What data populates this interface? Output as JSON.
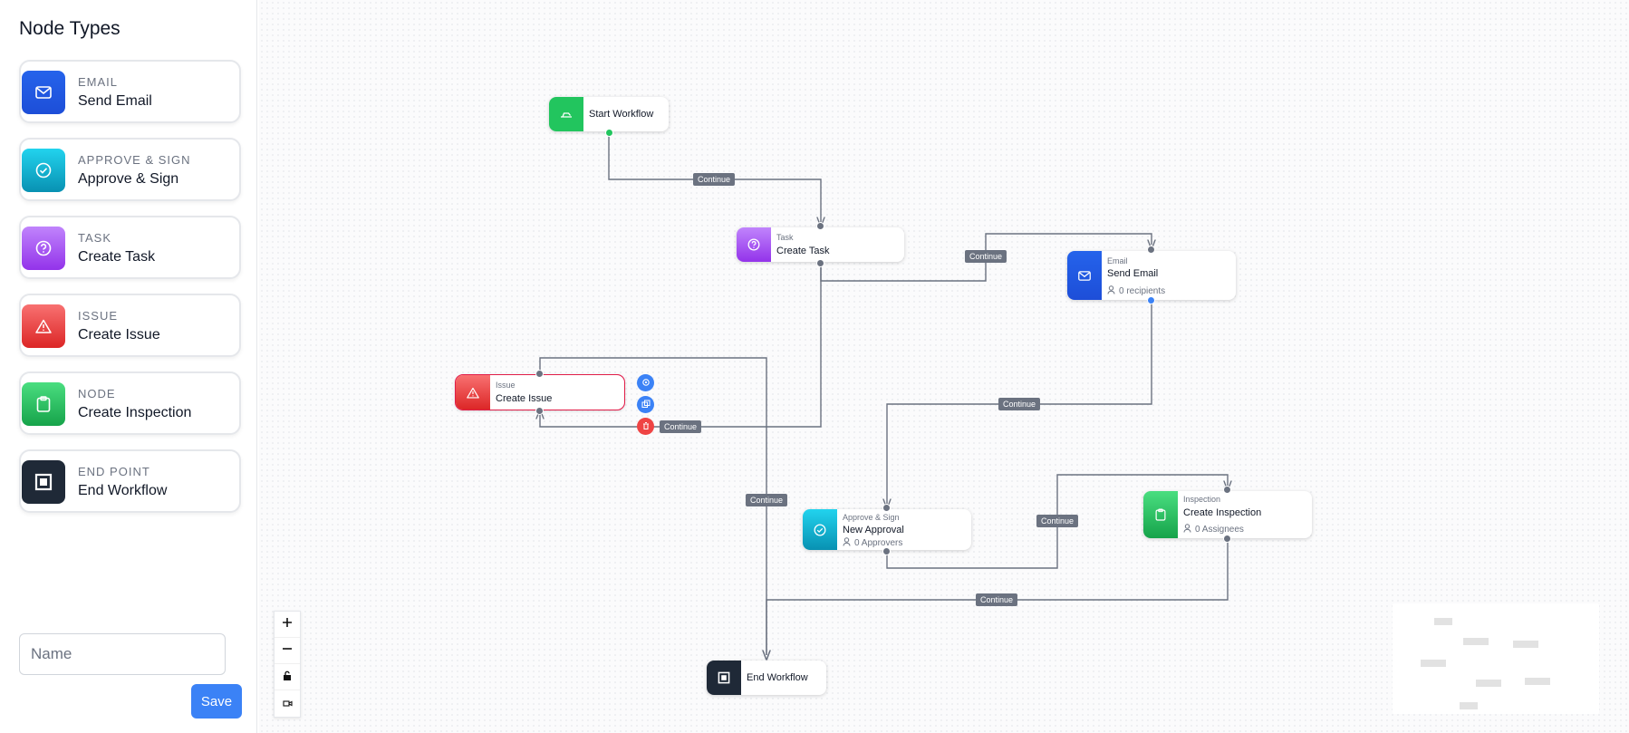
{
  "sidebar": {
    "title": "Node Types",
    "items": [
      {
        "type": "EMAIL",
        "name": "Send Email",
        "icon": "mail-icon"
      },
      {
        "type": "APPROVE & SIGN",
        "name": "Approve & Sign",
        "icon": "check-circle-icon"
      },
      {
        "type": "TASK",
        "name": "Create Task",
        "icon": "question-circle-icon"
      },
      {
        "type": "ISSUE",
        "name": "Create Issue",
        "icon": "warning-triangle-icon"
      },
      {
        "type": "NODE",
        "name": "Create Inspection",
        "icon": "clipboard-icon"
      },
      {
        "type": "END POINT",
        "name": "End Workflow",
        "icon": "stop-square-icon"
      }
    ],
    "name_input": {
      "placeholder": "Name",
      "value": ""
    },
    "save_label": "Save"
  },
  "flow": {
    "nodes": {
      "start": {
        "name": "Start Workflow",
        "icon": "start-icon"
      },
      "task": {
        "type": "Task",
        "name": "Create Task",
        "icon": "question-circle-icon"
      },
      "email": {
        "type": "Email",
        "name": "Send Email",
        "meta": "0 recipients",
        "icon": "mail-icon"
      },
      "issue": {
        "type": "Issue",
        "name": "Create Issue",
        "icon": "warning-triangle-icon"
      },
      "approval": {
        "type": "Approve & Sign",
        "name": "New Approval",
        "meta": "0 Approvers",
        "icon": "check-circle-icon"
      },
      "inspection": {
        "type": "Inspection",
        "name": "Create Inspection",
        "meta": "0 Assignees",
        "icon": "clipboard-icon"
      },
      "end": {
        "name": "End Workflow",
        "icon": "stop-square-icon"
      }
    },
    "edge_labels": {
      "start_task": "Continue",
      "task_email": "Continue",
      "task_issue": "Continue",
      "email_approval": "Continue",
      "issue_end": "Continue",
      "approval_inspection": "Continue",
      "inspection_end": "Continue"
    }
  },
  "controls": [
    "zoom-in-icon",
    "zoom-out-icon",
    "lock-icon",
    "fit-view-icon"
  ],
  "colors": {
    "email": "#1d4ed8",
    "approve": "#06b6d4",
    "task": "#a855f7",
    "issue": "#ef4444",
    "inspection": "#22c55e",
    "end": "#1f2937",
    "save": "#3b82f6",
    "edge": "#6b7280",
    "start_handle": "#22c55e"
  }
}
